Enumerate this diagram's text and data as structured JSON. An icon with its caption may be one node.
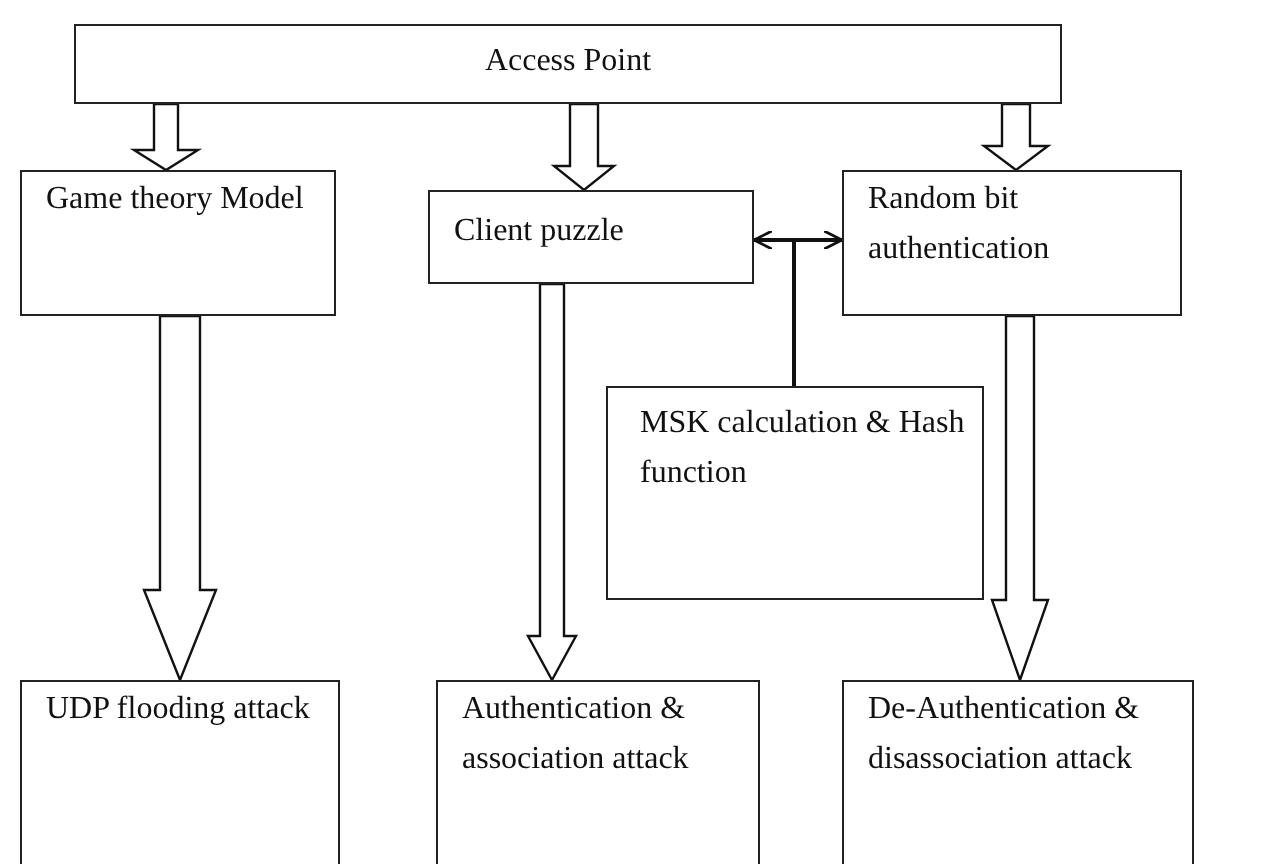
{
  "diagram": {
    "nodes": [
      {
        "text": [
          "Access Point"
        ]
      },
      {
        "text": [
          "Game theory Model"
        ]
      },
      {
        "text": [
          "Client puzzle"
        ]
      },
      {
        "text": [
          "Random bit authentication"
        ]
      },
      {
        "text": [
          "MSK calculation & Hash function"
        ]
      },
      {
        "text": [
          "UDP flooding attack"
        ]
      },
      {
        "text": [
          "Authentication & association attack"
        ]
      },
      {
        "text": [
          "De-Authentication & disassociation attack"
        ]
      }
    ],
    "edges": [
      {
        "from": 0,
        "to": 1,
        "arrow": "to",
        "style": "thick"
      },
      {
        "from": 0,
        "to": 2,
        "arrow": "to",
        "style": "thick"
      },
      {
        "from": 0,
        "to": 3,
        "arrow": "to",
        "style": "thick"
      },
      {
        "from": 4,
        "to": 2,
        "arrow": "to"
      },
      {
        "from": 4,
        "to": 3,
        "arrow": "to"
      },
      {
        "from": 1,
        "to": 5,
        "arrow": "to",
        "style": "thick"
      },
      {
        "from": 2,
        "to": 6,
        "arrow": "to",
        "style": "thick"
      },
      {
        "from": 3,
        "to": 7,
        "arrow": "to",
        "style": "thick"
      }
    ]
  }
}
